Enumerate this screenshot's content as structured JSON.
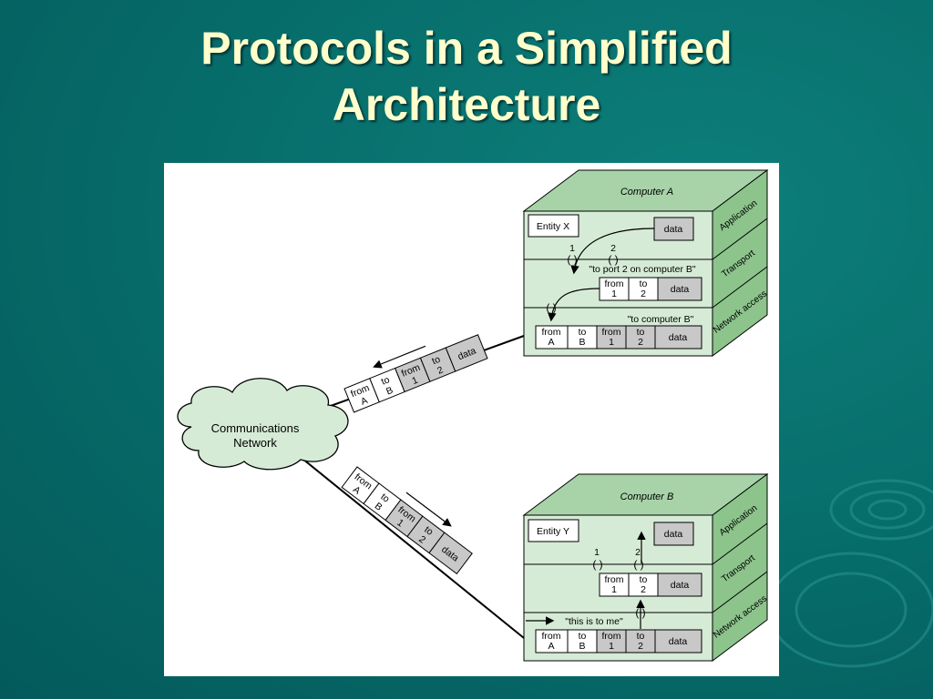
{
  "slide": {
    "title_line1": "Protocols in a Simplified",
    "title_line2": "Architecture"
  },
  "colors": {
    "background": "#066b69",
    "title": "#ffffcc",
    "box_face": "#d6ebd6",
    "box_top": "#a8d3a8",
    "box_side": "#8cc48c",
    "gray_cell": "#c8c8c8"
  },
  "network": {
    "label_line1": "Communications",
    "label_line2": "Network"
  },
  "computer_a": {
    "name": "Computer A",
    "layers": [
      "Application",
      "Transport",
      "Network access"
    ],
    "entity": "Entity X",
    "data": "data",
    "port1": "1",
    "port2": "2",
    "transport_msg": "\"to port 2 on computer B\"",
    "network_msg": "\"to computer B\""
  },
  "computer_b": {
    "name": "Computer B",
    "layers": [
      "Application",
      "Transport",
      "Network access"
    ],
    "entity": "Entity Y",
    "data": "data",
    "port1": "1",
    "port2": "2",
    "network_msg": "\"this is to me\""
  },
  "headers": {
    "from_a": [
      "from",
      "A"
    ],
    "to_b": [
      "to",
      "B"
    ],
    "from_1": [
      "from",
      "1"
    ],
    "to_2": [
      "to",
      "2"
    ],
    "data": "data"
  }
}
